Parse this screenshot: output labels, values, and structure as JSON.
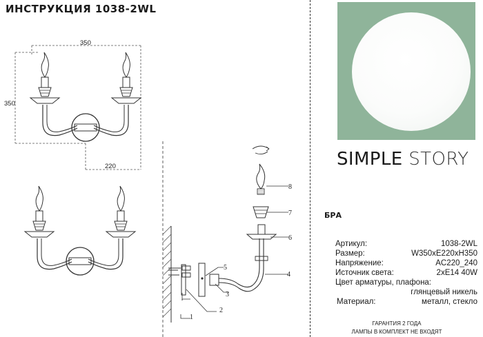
{
  "title": "ИНСТРУКЦИЯ 1038-2WL",
  "dimensions": {
    "width": "350",
    "height": "350",
    "depth": "220"
  },
  "part_numbers": [
    "1",
    "2",
    "3",
    "4",
    "5",
    "6",
    "7",
    "8"
  ],
  "brand": {
    "first": "SIMPLE",
    "second": "STORY"
  },
  "product_type": "БРА",
  "specs": [
    {
      "label": "Артикул:",
      "value": "1038-2WL"
    },
    {
      "label": "Размер:",
      "value": "W350xE220xH350"
    },
    {
      "label": "Напряжение:",
      "value": "AC220_240"
    },
    {
      "label": "Источник света:",
      "value": "2xE14 40W"
    },
    {
      "label": "Цвет арматуры, плафона:",
      "value": "глянцевый никель"
    },
    {
      "label": "Материал:",
      "value": "металл,  стекло"
    }
  ],
  "footer": [
    "ГАРАНТИЯ 2 ГОДА",
    "ЛАМПЫ В КОМПЛЕКТ НЕ ВХОДЯТ"
  ],
  "colors": {
    "logo_bg": "#8fb49a",
    "logo_circle": "#ffffff",
    "line": "#333333"
  }
}
